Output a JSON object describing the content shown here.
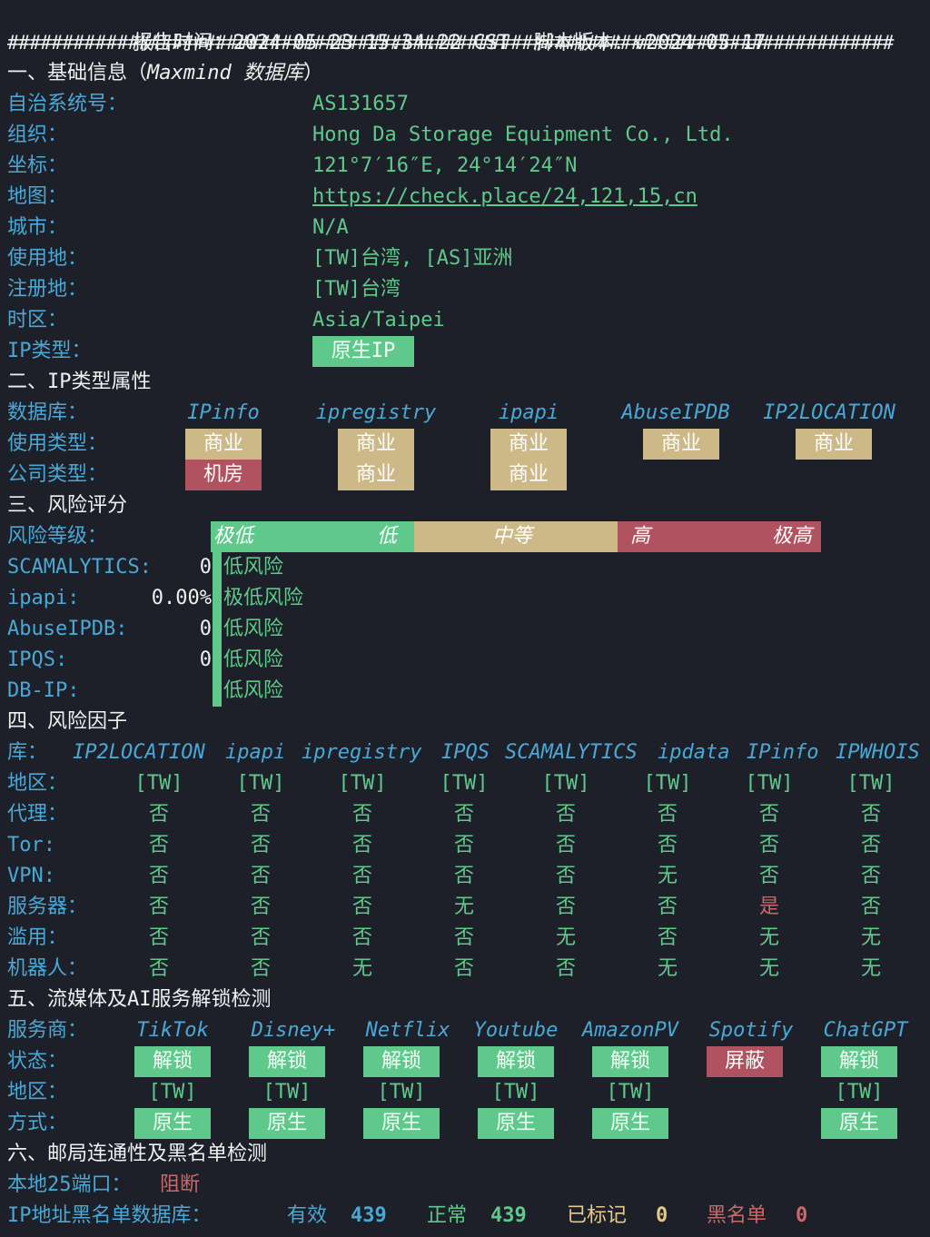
{
  "header": {
    "report_time_label": "报告时间：",
    "report_time": "2024-05-23 15:34:22 CST",
    "script_version_label": "脚本版本：",
    "script_version": "v2024-05-17",
    "separator": "#################################################################################"
  },
  "section1": {
    "title": "一、基础信息（",
    "title_db": "Maxmind 数据库",
    "title_end": "）",
    "rows": [
      {
        "label": "自治系统号：",
        "value": "AS131657"
      },
      {
        "label": "组织：",
        "value": "Hong Da Storage Equipment Co., Ltd."
      },
      {
        "label": "坐标：",
        "value": "121°7′16″E, 24°14′24″N"
      },
      {
        "label": "地图：",
        "value": "https://check.place/24,121,15,cn"
      },
      {
        "label": "城市：",
        "value": "N/A"
      },
      {
        "label": "使用地：",
        "value": "[TW]台湾, [AS]亚洲"
      },
      {
        "label": "注册地：",
        "value": "[TW]台湾"
      },
      {
        "label": "时区：",
        "value": "Asia/Taipei"
      },
      {
        "label": "IP类型：",
        "value": "原生IP"
      }
    ]
  },
  "section2": {
    "title": "二、IP类型属性",
    "db_label": "数据库：",
    "dbs": [
      "IPinfo",
      "ipregistry",
      "ipapi",
      "AbuseIPDB",
      "IP2LOCATION"
    ],
    "usage_label": "使用类型：",
    "usage": [
      "商业",
      "商业",
      "商业",
      "商业",
      "商业"
    ],
    "company_label": "公司类型：",
    "company": [
      "机房",
      "商业",
      "商业"
    ]
  },
  "section3": {
    "title": "三、风险评分",
    "level_label": "风险等级：",
    "scale": {
      "very_low": "极低",
      "low": "低",
      "medium": "中等",
      "high": "高",
      "very_high": "极高"
    },
    "scores": [
      {
        "name": "SCAMALYTICS:",
        "score": "0",
        "text": "低风险"
      },
      {
        "name": "ipapi:",
        "score": "0.00%",
        "text": "极低风险"
      },
      {
        "name": "AbuseIPDB:",
        "score": "0",
        "text": "低风险"
      },
      {
        "name": "IPQS:",
        "score": "0",
        "text": "低风险"
      },
      {
        "name": "DB-IP:",
        "score": "",
        "text": "低风险"
      }
    ]
  },
  "section4": {
    "title": "四、风险因子",
    "lib_label": "库：",
    "libs": [
      "IP2LOCATION",
      "ipapi",
      "ipregistry",
      "IPQS",
      "SCAMALYTICS",
      "ipdata",
      "IPinfo",
      "IPWHOIS"
    ],
    "rows": [
      {
        "label": "地区：",
        "values": [
          "[TW]",
          "[TW]",
          "[TW]",
          "[TW]",
          "[TW]",
          "[TW]",
          "[TW]",
          "[TW]"
        ]
      },
      {
        "label": "代理：",
        "values": [
          "否",
          "否",
          "否",
          "否",
          "否",
          "否",
          "否",
          "否"
        ]
      },
      {
        "label": "Tor:",
        "values": [
          "否",
          "否",
          "否",
          "否",
          "否",
          "否",
          "否",
          "否"
        ]
      },
      {
        "label": "VPN:",
        "values": [
          "否",
          "否",
          "否",
          "否",
          "否",
          "无",
          "否",
          "否"
        ]
      },
      {
        "label": "服务器：",
        "values": [
          "否",
          "否",
          "否",
          "无",
          "否",
          "否",
          "是",
          "否"
        ]
      },
      {
        "label": "滥用：",
        "values": [
          "否",
          "否",
          "否",
          "否",
          "无",
          "否",
          "无",
          "无"
        ]
      },
      {
        "label": "机器人：",
        "values": [
          "否",
          "否",
          "无",
          "否",
          "否",
          "无",
          "无",
          "无"
        ]
      }
    ]
  },
  "section5": {
    "title": "五、流媒体及AI服务解锁检测",
    "provider_label": "服务商：",
    "providers": [
      "TikTok",
      "Disney+",
      "Netflix",
      "Youtube",
      "AmazonPV",
      "Spotify",
      "ChatGPT"
    ],
    "status_label": "状态：",
    "status": [
      "解锁",
      "解锁",
      "解锁",
      "解锁",
      "解锁",
      "屏蔽",
      "解锁"
    ],
    "region_label": "地区：",
    "regions": [
      "[TW]",
      "[TW]",
      "[TW]",
      "[TW]",
      "[TW]",
      "",
      "[TW]"
    ],
    "method_label": "方式：",
    "methods": [
      "原生",
      "原生",
      "原生",
      "原生",
      "原生",
      "",
      "原生"
    ]
  },
  "section6": {
    "title": "六、邮局连通性及黑名单检测",
    "port_label": "本地25端口：",
    "port_value": "阻断",
    "bl_label": "IP地址黑名单数据库：",
    "valid_label": "有效",
    "valid": "439",
    "normal_label": "正常",
    "normal": "439",
    "marked_label": "已标记",
    "marked": "0",
    "black_label": "黑名单",
    "black": "0"
  },
  "colors": {
    "background": "#1e2029",
    "green": "#5fc98c",
    "blue": "#49a8d6",
    "tan": "#cdb988",
    "red": "#b0525f"
  }
}
